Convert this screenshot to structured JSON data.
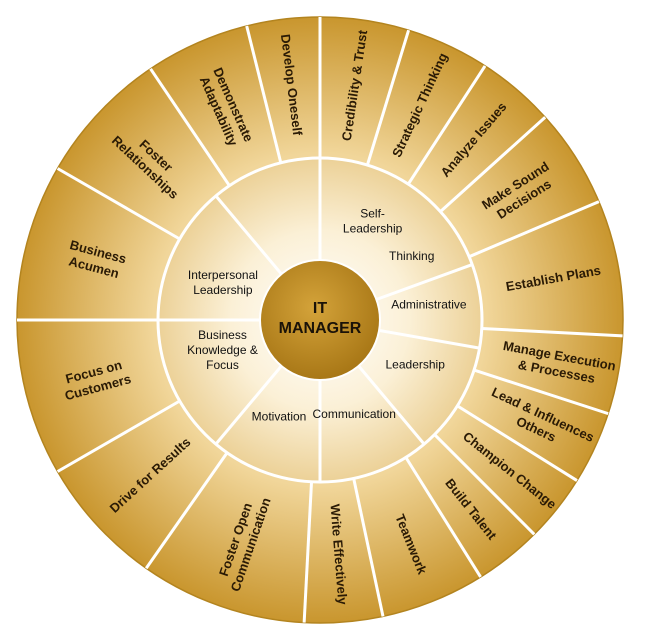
{
  "colors": {
    "ring_dark": "#c9962e",
    "ring_light": "#f8e9c4",
    "center_fill": "#b98720",
    "divider": "#ffffff"
  },
  "center": {
    "line1": "IT",
    "line2": "MANAGER"
  },
  "inner_categories": [
    {
      "id": "self-leadership",
      "lines": [
        "Self-",
        "Leadership"
      ]
    },
    {
      "id": "thinking",
      "lines": [
        "Thinking"
      ]
    },
    {
      "id": "administrative",
      "lines": [
        "Administrative"
      ]
    },
    {
      "id": "leadership",
      "lines": [
        "Leadership"
      ]
    },
    {
      "id": "communication",
      "lines": [
        "Communication"
      ]
    },
    {
      "id": "motivation",
      "lines": [
        "Motivation"
      ]
    },
    {
      "id": "business-knowledge",
      "lines": [
        "Business",
        "Knowledge &",
        "Focus"
      ]
    },
    {
      "id": "interpersonal-leadership",
      "lines": [
        "Interpersonal",
        "Leadership"
      ]
    }
  ],
  "outer_competencies": [
    {
      "id": "credibility-trust",
      "lines": [
        "Credibility  & Trust"
      ]
    },
    {
      "id": "strategic-thinking",
      "lines": [
        "Strategic Thinking"
      ]
    },
    {
      "id": "analyze-issues",
      "lines": [
        "Analyze Issues"
      ]
    },
    {
      "id": "make-sound-decisions",
      "lines": [
        "Make Sound",
        "Decisions"
      ]
    },
    {
      "id": "establish-plans",
      "lines": [
        "Establish Plans"
      ]
    },
    {
      "id": "manage-execution",
      "lines": [
        "Manage Execution",
        "& Processes"
      ]
    },
    {
      "id": "lead-influences-others",
      "lines": [
        "Lead & Influences",
        "Others"
      ]
    },
    {
      "id": "champion-change",
      "lines": [
        "Champion Change"
      ]
    },
    {
      "id": "build-talent",
      "lines": [
        "Build Talent"
      ]
    },
    {
      "id": "teamwork",
      "lines": [
        "Teamwork"
      ]
    },
    {
      "id": "write-effectively",
      "lines": [
        "Write Effectively"
      ]
    },
    {
      "id": "foster-open-communication",
      "lines": [
        "Foster Open",
        "Communication"
      ]
    },
    {
      "id": "drive-for-results",
      "lines": [
        "Drive for Results"
      ]
    },
    {
      "id": "focus-on-customers",
      "lines": [
        "Focus on",
        "Customers"
      ]
    },
    {
      "id": "business-acumen",
      "lines": [
        "Business",
        "Acumen"
      ]
    },
    {
      "id": "foster-relationships",
      "lines": [
        "Foster",
        "Relationships"
      ]
    },
    {
      "id": "demonstrate-adaptability",
      "lines": [
        "Demonstrate",
        "Adaptability"
      ]
    },
    {
      "id": "develop-oneself",
      "lines": [
        "Develop Oneself"
      ]
    }
  ]
}
